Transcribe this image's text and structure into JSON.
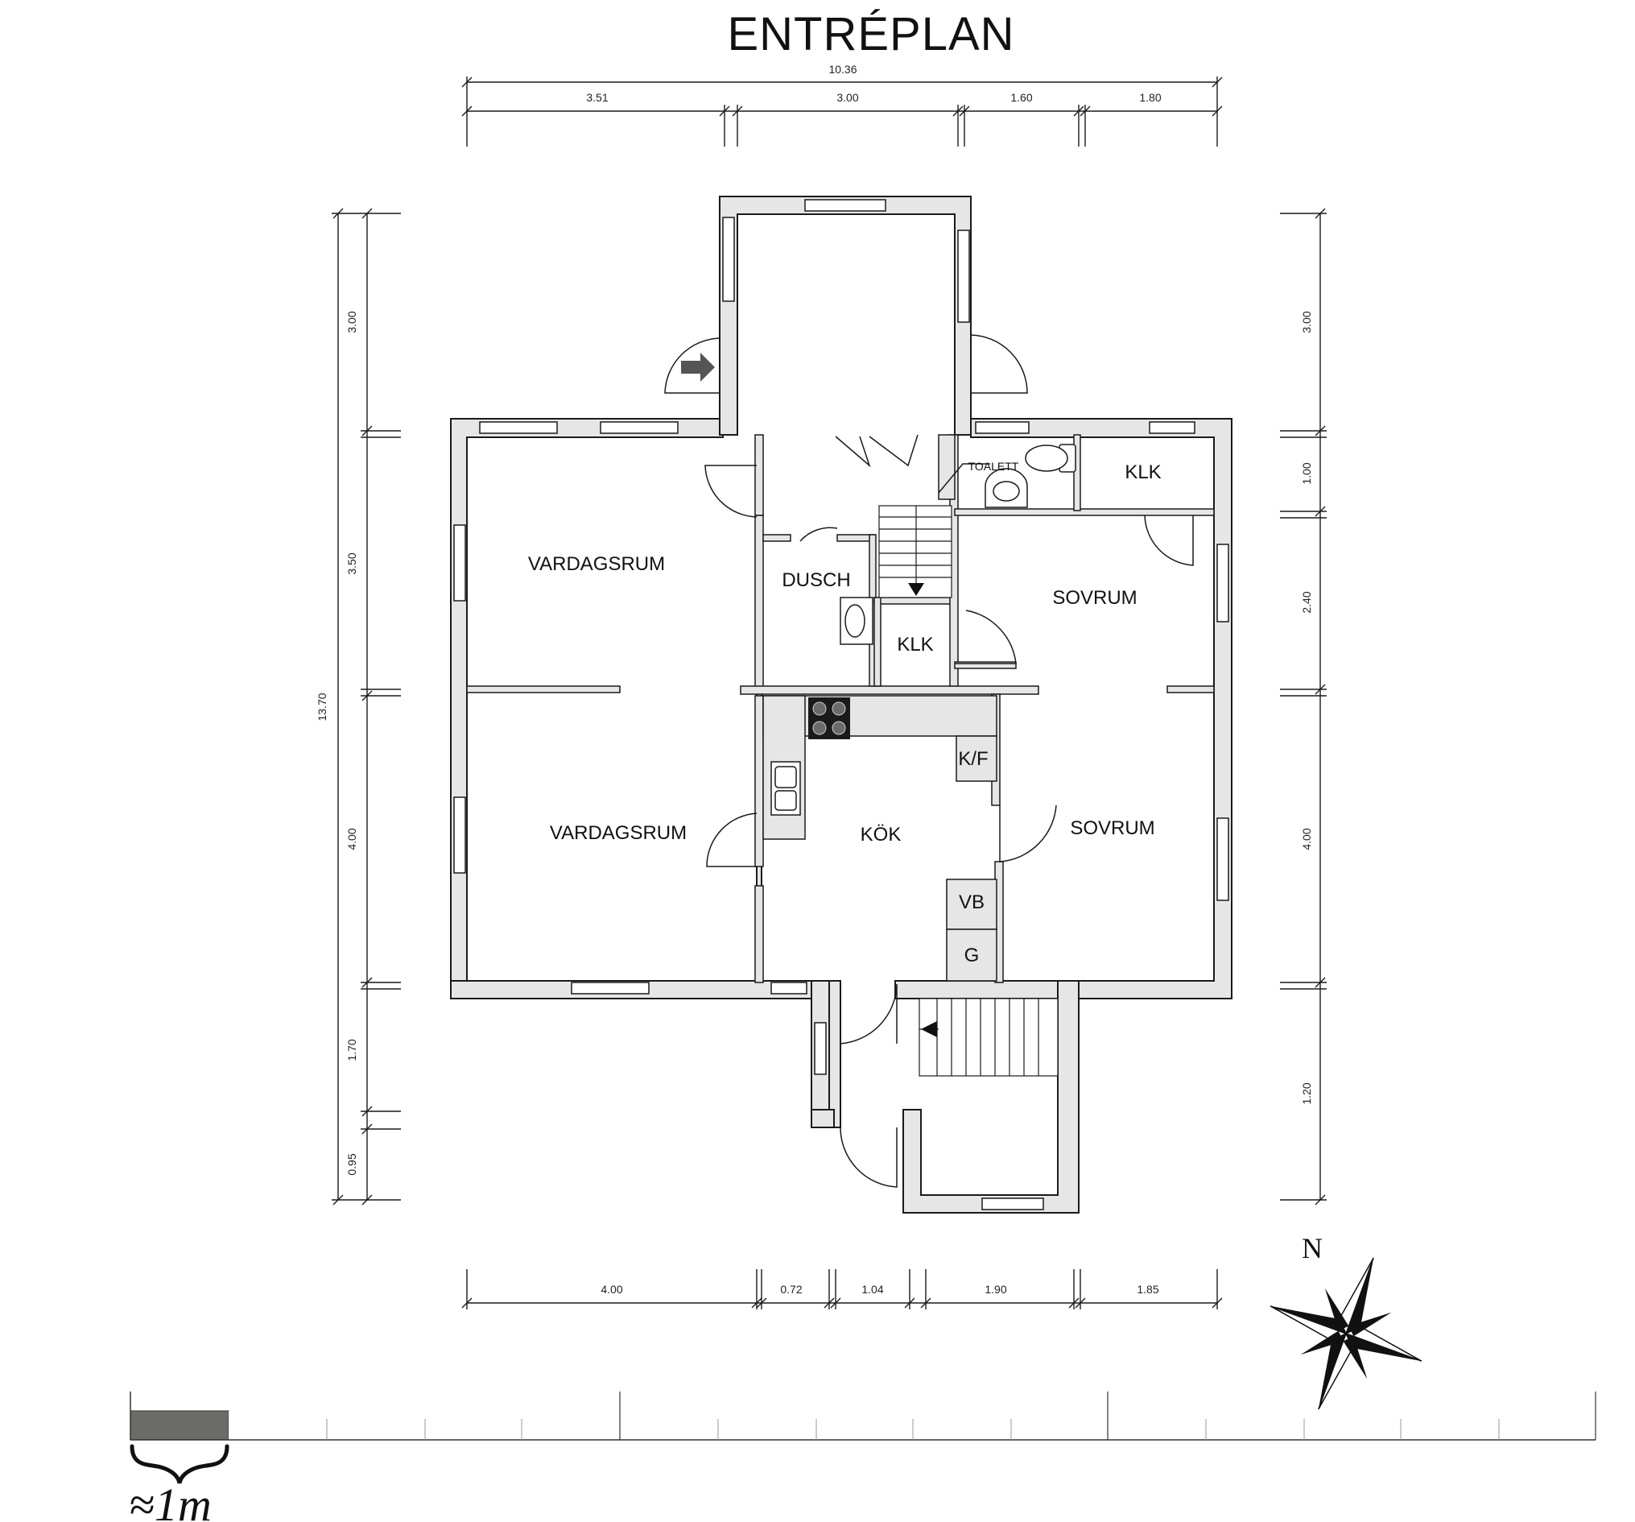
{
  "title": "ENTRÉPLAN",
  "dimensions": {
    "top_total": "10.36",
    "top_segments": [
      "3.51",
      "3.00",
      "1.60",
      "1.80"
    ],
    "bottom_segments": [
      "4.00",
      "0.72",
      "1.04",
      "1.90",
      "1.85"
    ],
    "left_total": "13.70",
    "left_segments": [
      "3.00",
      "3.50",
      "4.00",
      "1.70",
      "0.95"
    ],
    "right_segments": [
      "3.00",
      "1.00",
      "2.40",
      "4.00",
      "1.20"
    ]
  },
  "rooms": {
    "vardagsrum_1": "VARDAGSRUM",
    "vardagsrum_2": "VARDAGSRUM",
    "dusch": "DUSCH",
    "toalett": "TOALETT",
    "klk_1": "KLK",
    "klk_2": "KLK",
    "sovrum_1": "SOVRUM",
    "sovrum_2": "SOVRUM",
    "kok": "KÖK",
    "kf": "K/F",
    "vb": "VB",
    "g": "G"
  },
  "compass": {
    "north_label": "N"
  },
  "scale_bar": {
    "label": "≈1m"
  },
  "colors": {
    "wall_fill": "#e6e6e6",
    "line": "#1a1a1a",
    "scale_dark": "#6b6b68"
  },
  "icons": [
    "entrance-arrow-icon",
    "stair-direction-arrow-icon",
    "compass-rose-icon",
    "brace-icon",
    "stove-icon",
    "sink-icon",
    "toilet-icon",
    "washbasin-icon"
  ]
}
